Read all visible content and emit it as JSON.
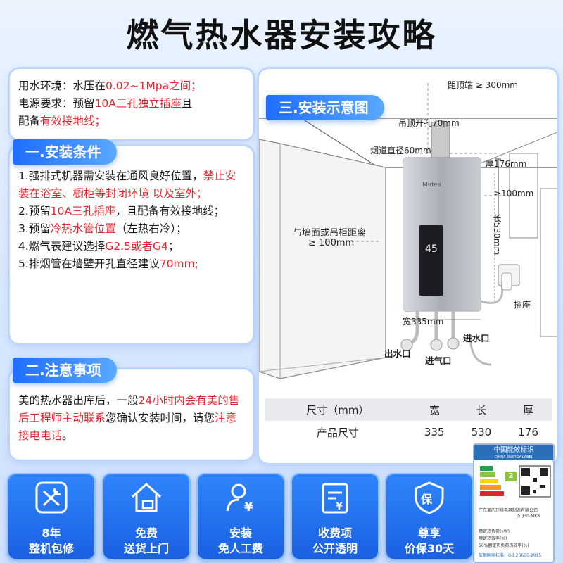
{
  "title": "燃气热水器安装攻略",
  "env": {
    "line1_a": "用水环境：水压在",
    "line1_b": "0.02~1Mpa之间；",
    "line2_a": "电源要求：预留",
    "line2_b": "10A三孔独立插座",
    "line2_c": "且",
    "line3_a": "配备",
    "line3_b": "有效接地线；"
  },
  "section1": {
    "title": "一.安装条件",
    "i1": "1.强排式机器需安装在通风良好位置，",
    "i1_red": "禁止安装在浴室、橱柜等封闭环境 以及室外；",
    "i2_a": "2.预留",
    "i2_red": "10A三孔插座",
    "i2_b": "，且配备有效接地线；",
    "i3_a": "3.预留",
    "i3_red": "冷热水管位置",
    "i3_b": "（左热右冷）；",
    "i4_a": "4.燃气表建议选择",
    "i4_red": "G2.5或者G4",
    "i4_b": "；",
    "i5_a": "5.排烟管在墙壁开孔直径建议",
    "i5_red": "70mm;"
  },
  "section2": {
    "title": "二.注意事项",
    "p_a": "美的热水器出库后，一般",
    "p_red1": "24小时内会有美的售后工程师主动联系",
    "p_b": "您确认安装时间，请您",
    "p_red2": "注意接电电话",
    "p_c": "。"
  },
  "section3": {
    "title": "三.安装示意图",
    "top_clearance": "距顶端 ≥ 300mm",
    "ceiling_hole": "吊顶开孔70mm",
    "flue_diameter": "烟道直径60mm",
    "thickness": "厚176mm",
    "right_gap": "≥100mm",
    "length": "长530mm",
    "wall_gap_1": "与墙面或吊柜距离",
    "wall_gap_2": "≥ 100mm",
    "socket": "插座",
    "width": "宽335mm",
    "water_out": "出水口",
    "gas_in": "进气口",
    "water_in": "进水口",
    "brand": "Midea",
    "panel_value": "45"
  },
  "spec_table": {
    "headers": [
      "尺寸（mm）",
      "宽",
      "长",
      "厚"
    ],
    "row": [
      "产品尺寸",
      "335",
      "530",
      "176"
    ]
  },
  "energy_label": {
    "title": "中国能效标识",
    "subtitle": "CHINA ENERGY LABEL",
    "grade": "2",
    "maker": "广东美的环境电器制造有限公司",
    "model": "JSQ30-MK8",
    "r1": "额定热负荷(kW)",
    "r2": "额定热效率(%)",
    "r3": "50%额定热负荷热效率(%)",
    "standard": "依据国家标准：GB 20665-2015"
  },
  "features": [
    {
      "icon": "repair-tools-icon",
      "l1": "8年",
      "l2": "整机包修"
    },
    {
      "icon": "home-delivery-icon",
      "l1": "免费",
      "l2": "送货上门"
    },
    {
      "icon": "install-fee-icon",
      "l1": "安装",
      "l2": "免人工费"
    },
    {
      "icon": "fee-list-icon",
      "l1": "收费项",
      "l2": "公开透明"
    },
    {
      "icon": "price-protect-icon",
      "l1": "尊享",
      "l2": "价保30天"
    }
  ],
  "colors": {
    "accent_blue": "#1f6dff",
    "highlight_red": "#e3262d"
  }
}
